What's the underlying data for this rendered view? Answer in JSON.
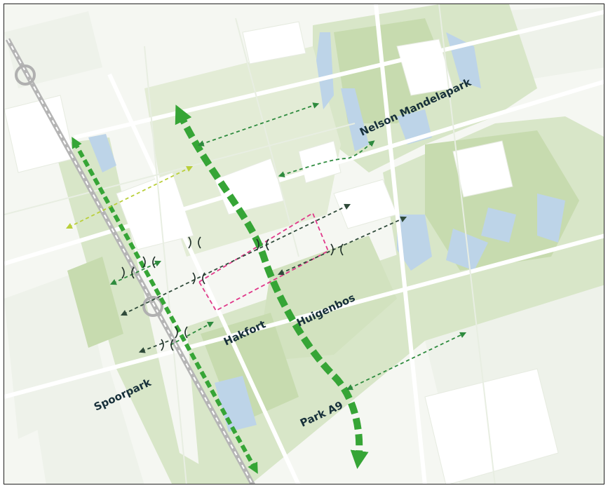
{
  "map": {
    "labels": {
      "nelson_mandelapark": "Nelson Mandelapark",
      "spoorpark": "Spoorpark",
      "hakfort": "Hakfort",
      "huigenbos": "Huigenbos",
      "park_a9": "Park A9"
    },
    "colors": {
      "main_green_route": "#3aa83a",
      "secondary_route": "#2e8b3e",
      "dark_route": "#2f4a3a",
      "lime_route": "#b9cf3a",
      "focus_area": "#e0388a",
      "water": "#bcd3e6",
      "park_green": "#cfe0b8",
      "railway": "#b8b8b8"
    },
    "icons": [
      "station-icon",
      "bridge-icon"
    ]
  }
}
